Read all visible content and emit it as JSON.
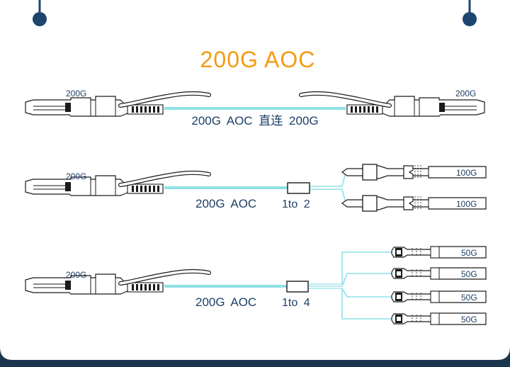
{
  "title": "200G AOC",
  "colors": {
    "frame": "#1a3550",
    "panel": "#ffffff",
    "pin": "#1e4570",
    "title": "#f39a12",
    "label": "#1c3f66",
    "cable": "#8fe0e6",
    "drawing": "#1a1a1a"
  },
  "rows": [
    {
      "connector_label": "200G",
      "cable_label": "200G AOC 直连 200G",
      "right_label": "200G"
    },
    {
      "connector_label": "200G",
      "cable_label": "200G AOC",
      "splitter_label": "1to 2",
      "branch_labels": [
        "100G",
        "100G"
      ]
    },
    {
      "connector_label": "200G",
      "cable_label": "200G AOC",
      "splitter_label": "1to 4",
      "branch_labels": [
        "50G",
        "50G",
        "50G",
        "50G"
      ]
    }
  ]
}
